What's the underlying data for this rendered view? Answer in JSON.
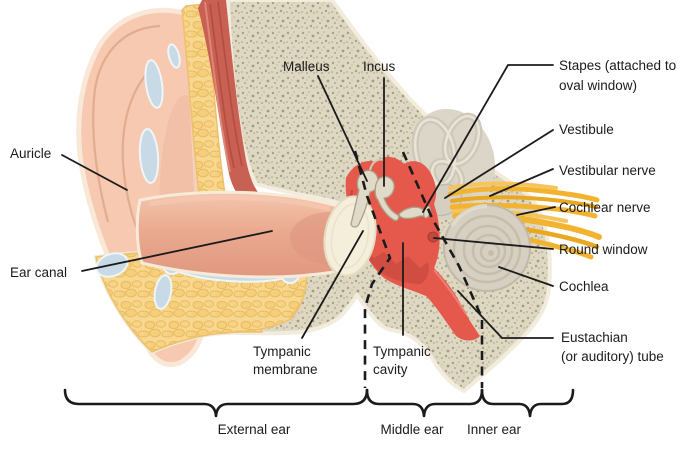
{
  "figure_type": "ear-anatomy-diagram",
  "labels": {
    "auricle": {
      "text": "Auricle"
    },
    "ear_canal": {
      "text": "Ear canal"
    },
    "malleus": {
      "text": "Malleus"
    },
    "incus": {
      "text": "Incus"
    },
    "stapes": {
      "line1": "Stapes (attached to",
      "line2": "oval window)"
    },
    "vestibule": {
      "text": "Vestibule"
    },
    "vestibular_nerve": {
      "text": "Vestibular nerve"
    },
    "cochlear_nerve": {
      "text": "Cochlear nerve"
    },
    "round_window": {
      "text": "Round window"
    },
    "cochlea": {
      "text": "Cochlea"
    },
    "eustachian_tube": {
      "line1": "Eustachian",
      "line2": "(or auditory) tube"
    },
    "tympanic_membrane": {
      "line1": "Tympanic",
      "line2": "membrane"
    },
    "tympanic_cavity": {
      "line1": "Tympanic",
      "line2": "cavity"
    }
  },
  "regions": {
    "external_ear": "External ear",
    "middle_ear": "Middle ear",
    "inner_ear": "Inner ear"
  },
  "colors": {
    "ink": "#1b1b1b",
    "skin": "#f6c9b0",
    "skin_shade": "#eeb69d",
    "outline_cream": "#f9e7d8",
    "fat": "#f8d88e",
    "fat_edge": "#e9ba62",
    "cartilage_blue": "#c7dae6",
    "bone": "#ded7c2",
    "bone_speckle": "#aaa084",
    "muscle_red": "#c96054",
    "canal_pink": "#eaaa90",
    "cavity_red": "#e4594b",
    "cavity_dark_red": "#cb4b40",
    "membrane_cream": "#f4eeda",
    "ossicle_gray": "#e1dac8",
    "labyrinth_gray": "#cfc8b8",
    "cochlea_gray": "#d7d0c2",
    "nerve_yellow": "#f2b430",
    "round_window_red": "#bf4a3e"
  }
}
